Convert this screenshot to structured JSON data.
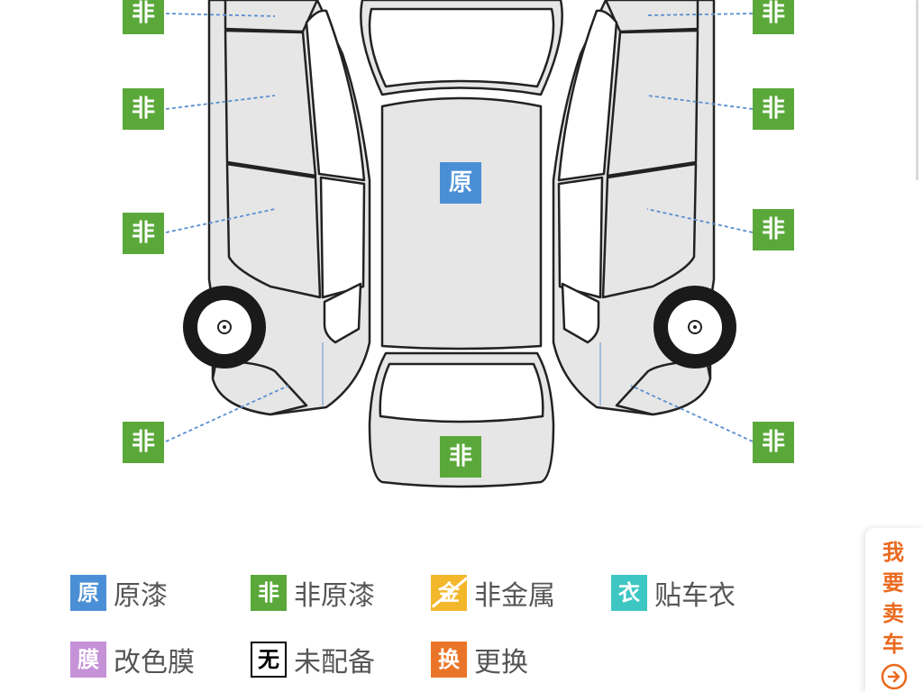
{
  "colors": {
    "original": "#4a8fd6",
    "non_original": "#5aa83a",
    "non_metal": "#f3b72c",
    "wrap": "#3ec7c2",
    "color_film": "#c592d8",
    "not_equipped": "#000000",
    "replaced": "#ea7528",
    "panel_fill": "#e6e6e6",
    "leader_line": "#5b8fcf",
    "sell_accent": "#ea6a1f"
  },
  "diagram_badges": [
    {
      "id": "left-front-fender",
      "char": "非",
      "status": "non_original"
    },
    {
      "id": "left-front-door",
      "char": "非",
      "status": "non_original"
    },
    {
      "id": "left-rear-door",
      "char": "非",
      "status": "non_original"
    },
    {
      "id": "left-rear-fender",
      "char": "非",
      "status": "non_original"
    },
    {
      "id": "right-front-fender",
      "char": "非",
      "status": "non_original"
    },
    {
      "id": "right-front-door",
      "char": "非",
      "status": "non_original"
    },
    {
      "id": "right-rear-door",
      "char": "非",
      "status": "non_original"
    },
    {
      "id": "right-rear-fender",
      "char": "非",
      "status": "non_original"
    },
    {
      "id": "roof",
      "char": "原",
      "status": "original"
    },
    {
      "id": "trunk",
      "char": "非",
      "status": "non_original"
    }
  ],
  "legend": [
    {
      "id": "original",
      "char": "原",
      "label": "原漆",
      "icon": "original-paint-icon"
    },
    {
      "id": "non_original",
      "char": "非",
      "label": "非原漆",
      "icon": "non-original-paint-icon"
    },
    {
      "id": "non_metal",
      "char": "金",
      "label": "非金属",
      "icon": "non-metal-icon"
    },
    {
      "id": "wrap",
      "char": "衣",
      "label": "贴车衣",
      "icon": "car-wrap-icon"
    },
    {
      "id": "color_film",
      "char": "膜",
      "label": "改色膜",
      "icon": "color-film-icon"
    },
    {
      "id": "not_equipped",
      "char": "无",
      "label": "未配备",
      "icon": "not-equipped-icon"
    },
    {
      "id": "replaced",
      "char": "换",
      "label": "更换",
      "icon": "replaced-icon"
    }
  ],
  "sell_tab": {
    "text": "我要卖车",
    "icon": "arrow-right-circle-icon"
  }
}
